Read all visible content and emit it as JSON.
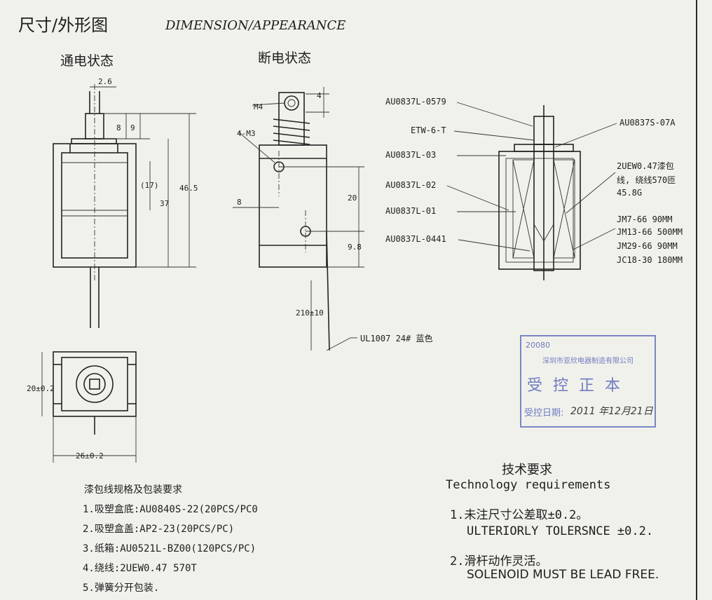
{
  "header": {
    "title_cn": "尺寸/外形图",
    "title_en": "DIMENSION/APPEARANCE"
  },
  "views": {
    "energized_label": "通电状态",
    "deenergized_label": "断电状态"
  },
  "dimensions": {
    "d_2_6": "2.6",
    "d_8": "8",
    "d_9": "9",
    "d_17": "(17)",
    "d_37": "37",
    "d_46_5": "46.5",
    "d_m4": "M4",
    "d_4": "4",
    "d_4m3": "4-M3",
    "d_8b": "8",
    "d_20": "20",
    "d_9_8": "9.8",
    "d_210": "210±10",
    "d_20_0_2": "20±0.2",
    "d_26_0_2": "26±0.2",
    "wire_label": "UL1007 24# 蓝色"
  },
  "parts": {
    "left": [
      "AU0837L-0579",
      "ETW-6-T",
      "AU0837L-03",
      "AU0837L-02",
      "AU0837L-01",
      "AU0837L-0441"
    ],
    "right_top": "AU0837S-07A",
    "right_coil": [
      "2UEW0.47漆包",
      "线, 绕线570匝",
      "45.8G"
    ],
    "right_springs": [
      "JM7-66 90MM",
      "JM13-66 500MM",
      "JM29-66 90MM",
      "JC18-30 180MM"
    ]
  },
  "stamp": {
    "code": "20080",
    "company": "深圳市亚欣电器制造有限公司",
    "main": "受 控 正 本",
    "date_label": "受控日期:",
    "date_value": "2011 年12月21日"
  },
  "packing": {
    "title": "漆包线规格及包装要求",
    "items": [
      "1.吸塑盒底:AU0840S-22(20PCS/PC0",
      "2.吸塑盒盖:AP2-23(20PCS/PC)",
      "3.纸箱:AU0521L-BZ00(120PCS/PC)",
      "4.绕线:2UEW0.47 570T",
      "5.弹簧分开包装."
    ]
  },
  "requirements": {
    "title_cn": "技术要求",
    "title_en": "Technology  requirements",
    "r1_cn": "1.未注尺寸公差取±0.2。",
    "r1_en": "ULTERIORLY TOLERSNCE ±0.2.",
    "r2_cn": "2.滑杆动作灵活。",
    "r2_en": "SOLENOID MUST BE LEAD FREE."
  }
}
